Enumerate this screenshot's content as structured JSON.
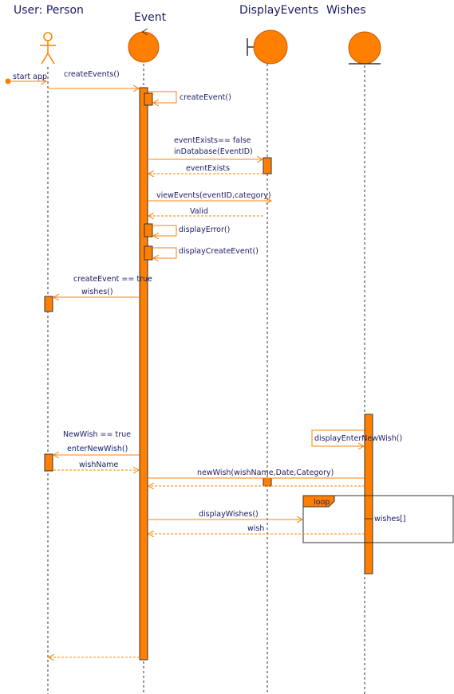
{
  "participants": {
    "person": "User: Person",
    "event": "Event",
    "display": "DisplayEvents",
    "wishes": "Wishes"
  },
  "messages": {
    "start_app": "start app",
    "create_events": "createEvents()",
    "create_event": "createEvent()",
    "event_exists_false": "eventExists== false",
    "in_database": "inDatabase(EventID)",
    "event_exists": "eventExists",
    "view_events": "viewEvents(eventID,category)",
    "valid": "Valid",
    "display_error": "displayError()",
    "display_create_event": "displayCreateEvent()",
    "create_event_true": "createEvent == true",
    "wishes_call": "wishes()",
    "display_enter_new_wish": "displayEnterNewWish()",
    "new_wish_true": "NewWish == true",
    "enter_new_wish": "enterNewWish()",
    "wish_name": "wishName",
    "new_wish": "newWish(wishName,Date,Category)",
    "loop": "loop",
    "display_wishes": "displayWishes()",
    "wishes_array": "wishes[]",
    "wish": "wish"
  },
  "colors": {
    "accent": "#ff8000",
    "text": "#1a1a66",
    "line": "#333333"
  }
}
